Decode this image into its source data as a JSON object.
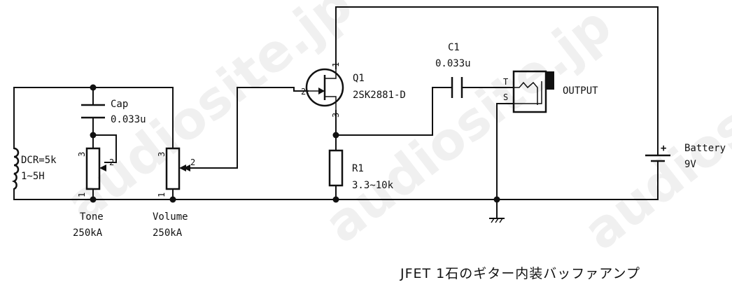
{
  "title": "JFET 1石のギター内装バッファアンプ",
  "watermark": "audiosite.jp",
  "components": {
    "pickup": {
      "line1": "DCR=5k",
      "line2": "1~5H"
    },
    "cap": {
      "name": "Cap",
      "value": "0.033u"
    },
    "tone": {
      "name": "Tone",
      "value": "250kA",
      "pin1": "1",
      "pin2": "2",
      "pin3": "3"
    },
    "volume": {
      "name": "Volume",
      "value": "250kA",
      "pin1": "1",
      "pin2": "2",
      "pin3": "3"
    },
    "q1": {
      "name": "Q1",
      "part": "2SK2881-D",
      "pin1": "1",
      "pin2": "2",
      "pin3": "3"
    },
    "c1": {
      "name": "C1",
      "value": "0.033u"
    },
    "r1": {
      "name": "R1",
      "value": "3.3~10k"
    },
    "output": {
      "name": "OUTPUT",
      "pin_t": "T",
      "pin_s": "S"
    },
    "battery": {
      "name": "Battery",
      "value": "9V",
      "plus": "+"
    }
  },
  "colors": {
    "ink": "#111111",
    "background": "#ffffff"
  }
}
